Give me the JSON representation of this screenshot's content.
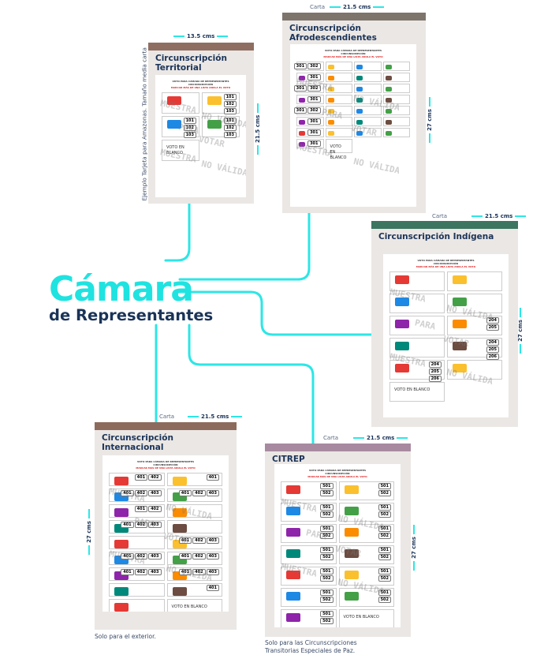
{
  "title": {
    "main": "Cámara",
    "sub": "de Representantes"
  },
  "colors": {
    "accent": "#1fe3e0",
    "navy": "#1a3358"
  },
  "side_caption": "Ejemplo Tarjeta para Amazonas. Tamaño media carta",
  "watermark": {
    "l1": "MUESTRA",
    "l2": "NO VÁLIDA",
    "l3": "PARA",
    "l4": "VOTAR"
  },
  "ballot_head": {
    "line1": "VOTO PARA CÁMARA DE REPRESENTANTES",
    "line2": "CIRCUNSCRIPCIÓN",
    "mark": "MARCAR MÁS DE UNA LISTA ANULA EL VOTO"
  },
  "blank_vote": "VOTO EN BLANCO",
  "cards": {
    "territorial": {
      "title": "Circunscripción Territorial",
      "paper": "",
      "width": "13.5  cms",
      "height": "21.5 cms",
      "bar": "#8f6e62",
      "cells": [
        [],
        [
          "101",
          "102",
          "103"
        ],
        [
          "101",
          "102",
          "103"
        ],
        [
          "101",
          "102",
          "103"
        ],
        "blank"
      ]
    },
    "afro": {
      "title": "Circunscripción Afrodescendientes",
      "paper": "Carta",
      "width": "21.5  cms",
      "height": "27 cms",
      "bar": "#7d746c",
      "cells": [
        [
          "301",
          "302"
        ],
        [],
        [],
        [],
        [
          "301"
        ],
        [],
        [],
        [],
        [
          "301",
          "302"
        ],
        [],
        [],
        [],
        [
          "301"
        ],
        [],
        [],
        [],
        [
          "301",
          "302"
        ],
        [],
        [],
        [],
        [
          "301"
        ],
        [],
        [],
        [],
        [
          "301"
        ],
        [],
        [],
        [],
        [
          "301"
        ],
        "blank"
      ]
    },
    "indigena": {
      "title": "Circunscripción Indígena",
      "paper": "Carta",
      "width": "21.5  cms",
      "height": "27 cms",
      "bar": "#3c7560",
      "cells": [
        [],
        [],
        [],
        [],
        [],
        [
          "204",
          "205"
        ],
        [],
        [
          "204",
          "205",
          "206"
        ],
        [
          "204",
          "205",
          "206"
        ],
        [],
        "blank"
      ]
    },
    "internacional": {
      "title": "Circunscripción Internacional",
      "paper": "Carta",
      "width": "21.5  cms",
      "height": "27 cms",
      "bar": "#8d6b5c",
      "cells": [
        [
          "401",
          "402"
        ],
        [
          "401"
        ],
        [
          "401",
          "402",
          "403"
        ],
        [
          "401",
          "402",
          "403"
        ],
        [
          "401",
          "402"
        ],
        [],
        [
          "401",
          "402",
          "403"
        ],
        [],
        [],
        [
          "401",
          "402",
          "403"
        ],
        [
          "401",
          "402",
          "403"
        ],
        [
          "401",
          "402",
          "403"
        ],
        [
          "401",
          "402",
          "403"
        ],
        [
          "401",
          "402",
          "403"
        ],
        [],
        [
          "401"
        ],
        [],
        "blank"
      ]
    },
    "citrep": {
      "title": "CITREP",
      "paper": "Carta",
      "width": "21.5  cms",
      "height": "27 cms",
      "bar": "#a88aa0",
      "cells": [
        [
          "501",
          "502"
        ],
        [
          "501",
          "502"
        ],
        [
          "501",
          "502"
        ],
        [
          "501",
          "502"
        ],
        [
          "501",
          "502"
        ],
        [
          "501",
          "502"
        ],
        [
          "501",
          "502"
        ],
        [
          "501",
          "502"
        ],
        [
          "501",
          "502"
        ],
        [
          "501",
          "502"
        ],
        [
          "501",
          "502"
        ],
        [
          "501",
          "502"
        ],
        [
          "501",
          "502"
        ],
        "blank"
      ]
    }
  },
  "captions": {
    "internacional": "Solo para el exterior.",
    "citrep": "Solo para las Circunscripciones Transitorias Especiales de Paz."
  }
}
